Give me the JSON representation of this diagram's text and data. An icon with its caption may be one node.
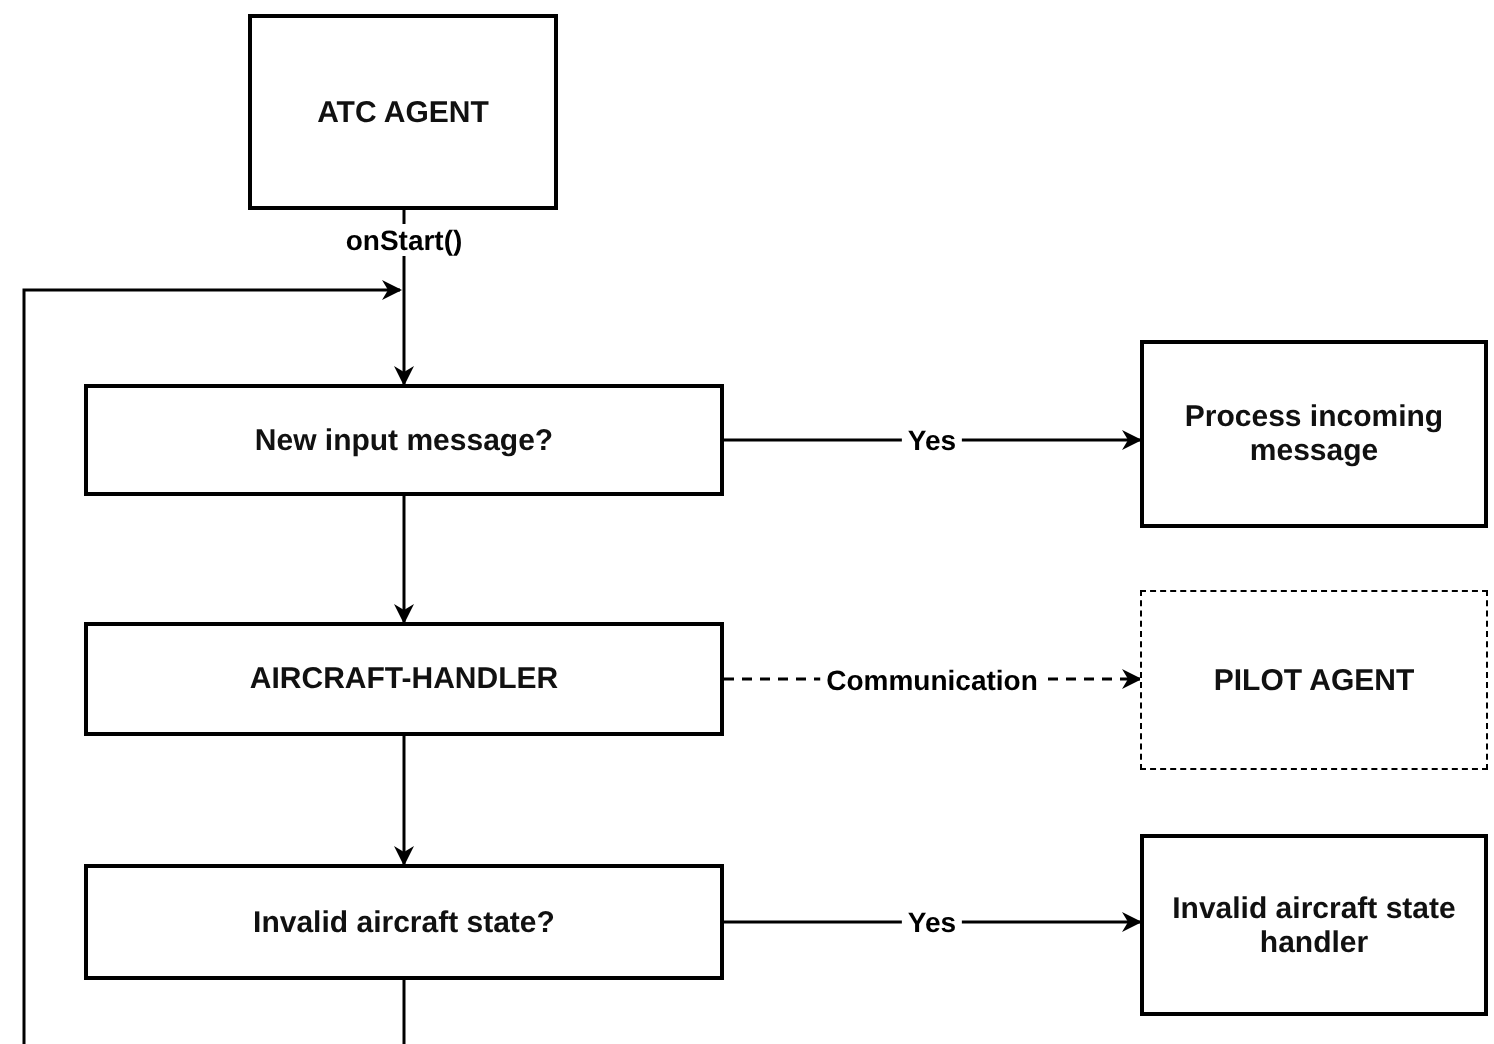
{
  "diagram": {
    "nodes": [
      {
        "text": [
          "ATC AGENT"
        ]
      },
      {
        "text": [
          "New input message?"
        ]
      },
      {
        "text": [
          "Process incoming message"
        ]
      },
      {
        "text": [
          "AIRCRAFT-HANDLER"
        ]
      },
      {
        "text": [
          "PILOT AGENT"
        ]
      },
      {
        "text": [
          "Invalid aircraft state?"
        ]
      },
      {
        "text": [
          "Invalid aircraft state handler"
        ]
      }
    ],
    "edges": [
      {
        "from": 0,
        "to": 1,
        "arrow": "to",
        "label": "onStart()"
      },
      {
        "from": 1,
        "to": 2,
        "arrow": "to",
        "label": "Yes"
      },
      {
        "from": 1,
        "to": 3,
        "arrow": "to"
      },
      {
        "from": 3,
        "to": 4,
        "arrow": "to",
        "label": "Communication",
        "style": "dashed"
      },
      {
        "from": 3,
        "to": 5,
        "arrow": "to"
      },
      {
        "from": 5,
        "to": 6,
        "arrow": "to",
        "label": "Yes"
      },
      {
        "from": null,
        "to": 1,
        "arrow": "to"
      },
      {
        "from": 5,
        "to": null,
        "arrow": "none"
      }
    ]
  }
}
